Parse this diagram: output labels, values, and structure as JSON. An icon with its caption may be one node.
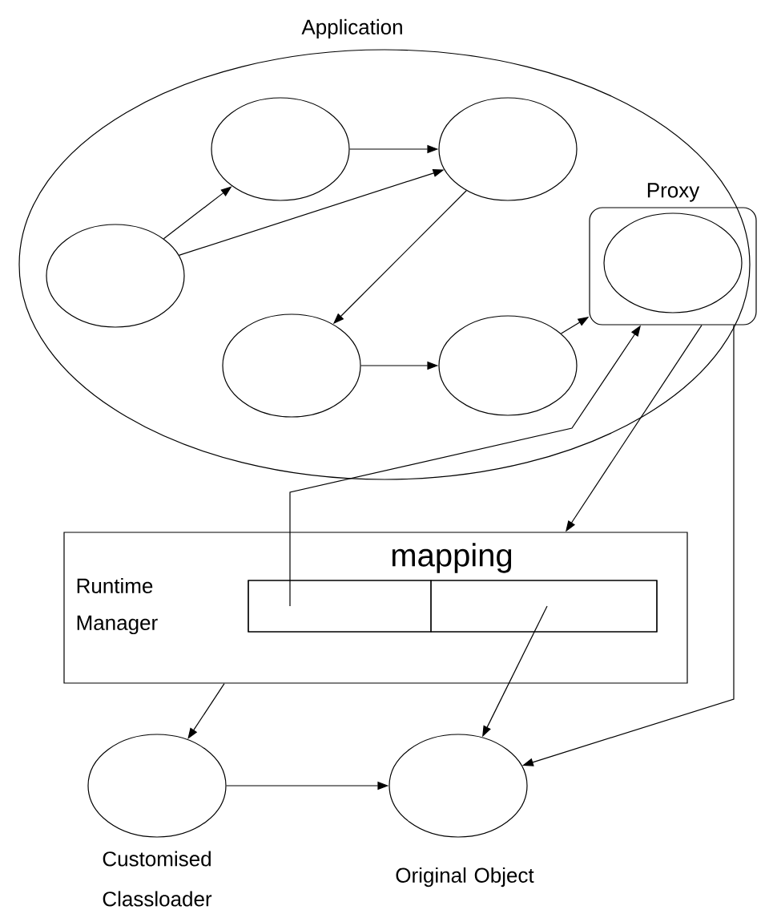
{
  "diagram": {
    "nodes": [
      {
        "text": [
          "Application"
        ]
      },
      {
        "text": [],
        "shape": "circle",
        "in": 0
      },
      {
        "text": [],
        "shape": "circle",
        "in": 0
      },
      {
        "text": [],
        "shape": "circle",
        "in": 0
      },
      {
        "text": [],
        "shape": "circle",
        "in": 0
      },
      {
        "text": [],
        "shape": "circle",
        "in": 0
      },
      {
        "text": [
          "Proxy"
        ],
        "in": 0
      },
      {
        "text": [],
        "shape": "circle",
        "in": 6
      },
      {
        "text": [
          "Runtime Manager"
        ]
      },
      {
        "text": [
          "mapping"
        ],
        "in": 8
      },
      {
        "text": [],
        "shape": "box",
        "in": 9
      },
      {
        "text": [],
        "shape": "box",
        "in": 9
      },
      {
        "text": [
          "Customised Classloader"
        ]
      },
      {
        "text": [
          "Original Object"
        ]
      }
    ],
    "edges": [
      {
        "from": 1,
        "to": 2,
        "arrow": "to"
      },
      {
        "from": 2,
        "to": 3,
        "arrow": "to"
      },
      {
        "from": 1,
        "to": 3,
        "arrow": "to"
      },
      {
        "from": 3,
        "to": 4,
        "arrow": "to"
      },
      {
        "from": 4,
        "to": 5,
        "arrow": "to"
      },
      {
        "from": 5,
        "to": 6,
        "arrow": "to"
      },
      {
        "from": 10,
        "to": 6,
        "arrow": "to"
      },
      {
        "from": 6,
        "to": 8,
        "arrow": "to"
      },
      {
        "from": 6,
        "to": 13,
        "arrow": "to"
      },
      {
        "from": 8,
        "to": 12,
        "arrow": "to"
      },
      {
        "from": 11,
        "to": 13,
        "arrow": "to"
      },
      {
        "from": 12,
        "to": 13,
        "arrow": "to"
      }
    ]
  }
}
